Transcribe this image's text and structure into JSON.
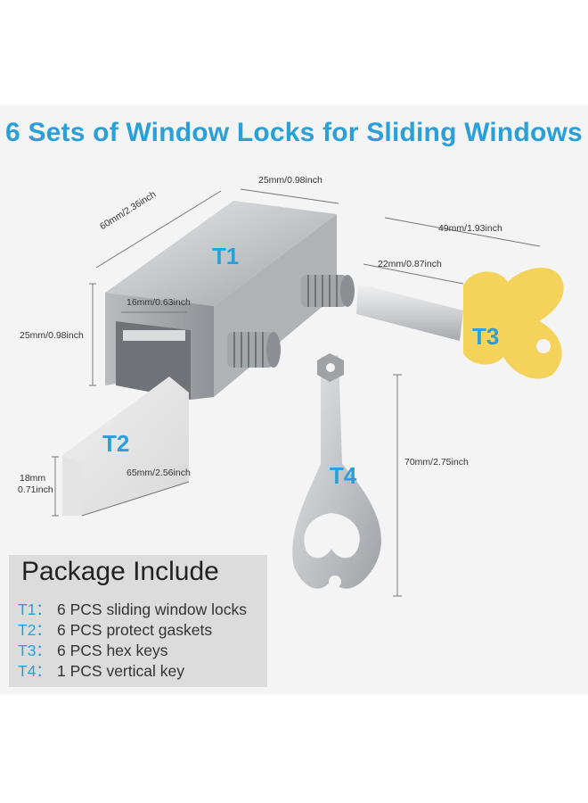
{
  "title": "6 Sets of Window Locks for Sliding Windows",
  "parts": {
    "t1": "T1",
    "t2": "T2",
    "t3": "T3",
    "t4": "T4"
  },
  "dimensions": {
    "t1_width": "25mm/0.98inch",
    "t1_length": "60mm/2.36inch",
    "t1_height": "25mm/0.98inch",
    "t1_slot": "16mm/0.63inch",
    "t2_length": "65mm/2.56inch",
    "t2_height_a": "18mm",
    "t2_height_b": "0.71inch",
    "t3_total": "49mm/1.93inch",
    "t3_shaft": "22mm/0.87inch",
    "t4_length": "70mm/2.75inch"
  },
  "package": {
    "title": "Package Include",
    "items": [
      {
        "code": "T1：",
        "text": "6 PCS sliding window locks"
      },
      {
        "code": "T2：",
        "text": "6 PCS protect gaskets"
      },
      {
        "code": "T3：",
        "text": "6 PCS hex keys"
      },
      {
        "code": "T4：",
        "text": "1 PCS vertical key"
      }
    ]
  },
  "colors": {
    "accent": "#2a9fd8",
    "key_yellow": "#f5d35a",
    "metal": "#c8cacc",
    "panel_bg": "#f4f4f4",
    "package_bg": "#dcdcdc"
  }
}
